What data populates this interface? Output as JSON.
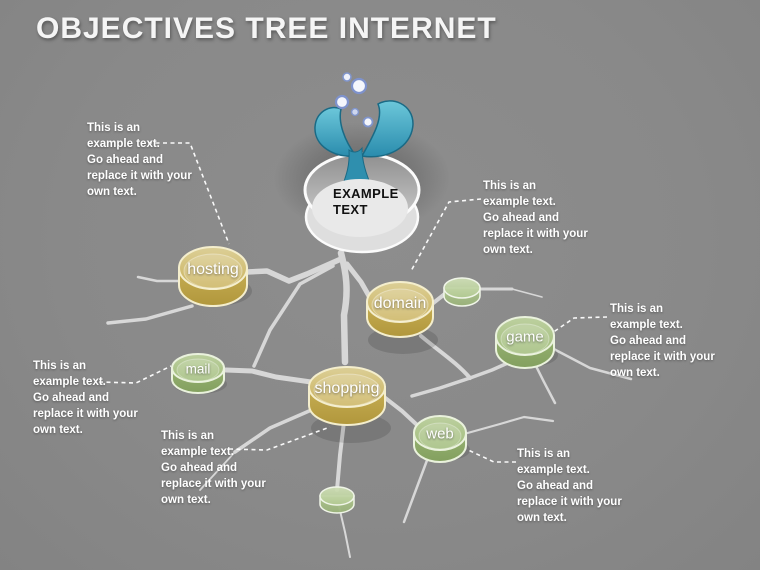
{
  "title": "OBJECTIVES TREE INTERNET",
  "pot": {
    "label": "EXAMPLE\nTEXT"
  },
  "nodes": [
    {
      "id": "hosting",
      "label": "hosting",
      "color": "#c9b158"
    },
    {
      "id": "domain",
      "label": "domain",
      "color": "#c9b158"
    },
    {
      "id": "shopping",
      "label": "shopping",
      "color": "#c9b158"
    },
    {
      "id": "mail",
      "label": "mail",
      "color": "#92b06c"
    },
    {
      "id": "game",
      "label": "game",
      "color": "#92b06c"
    },
    {
      "id": "web",
      "label": "web",
      "color": "#92b06c"
    }
  ],
  "annotations": [
    "This is an\nexample text.\nGo ahead and\nreplace it with your\nown text.",
    "This is an\nexample text.\nGo ahead and\nreplace it with your\nown text.",
    "This is an\nexample text.\nGo ahead and\nreplace it with your\nown text.",
    "This is an\nexample text.\nGo ahead and\nreplace it with your\nown text.",
    "This is an\nexample text.\nGo ahead and\nreplace it with your\nown text.",
    "This is an\nexample text.\nGo ahead and\nreplace it with your\nown text."
  ],
  "colors": {
    "background": "#8a8a8a",
    "yellow_node": "#c9b158",
    "green_node": "#92b06c",
    "root": "#dcdcdc",
    "leaf": "#3a9cba",
    "bubble": "#8095cc",
    "pot": "#e9e9e9"
  }
}
